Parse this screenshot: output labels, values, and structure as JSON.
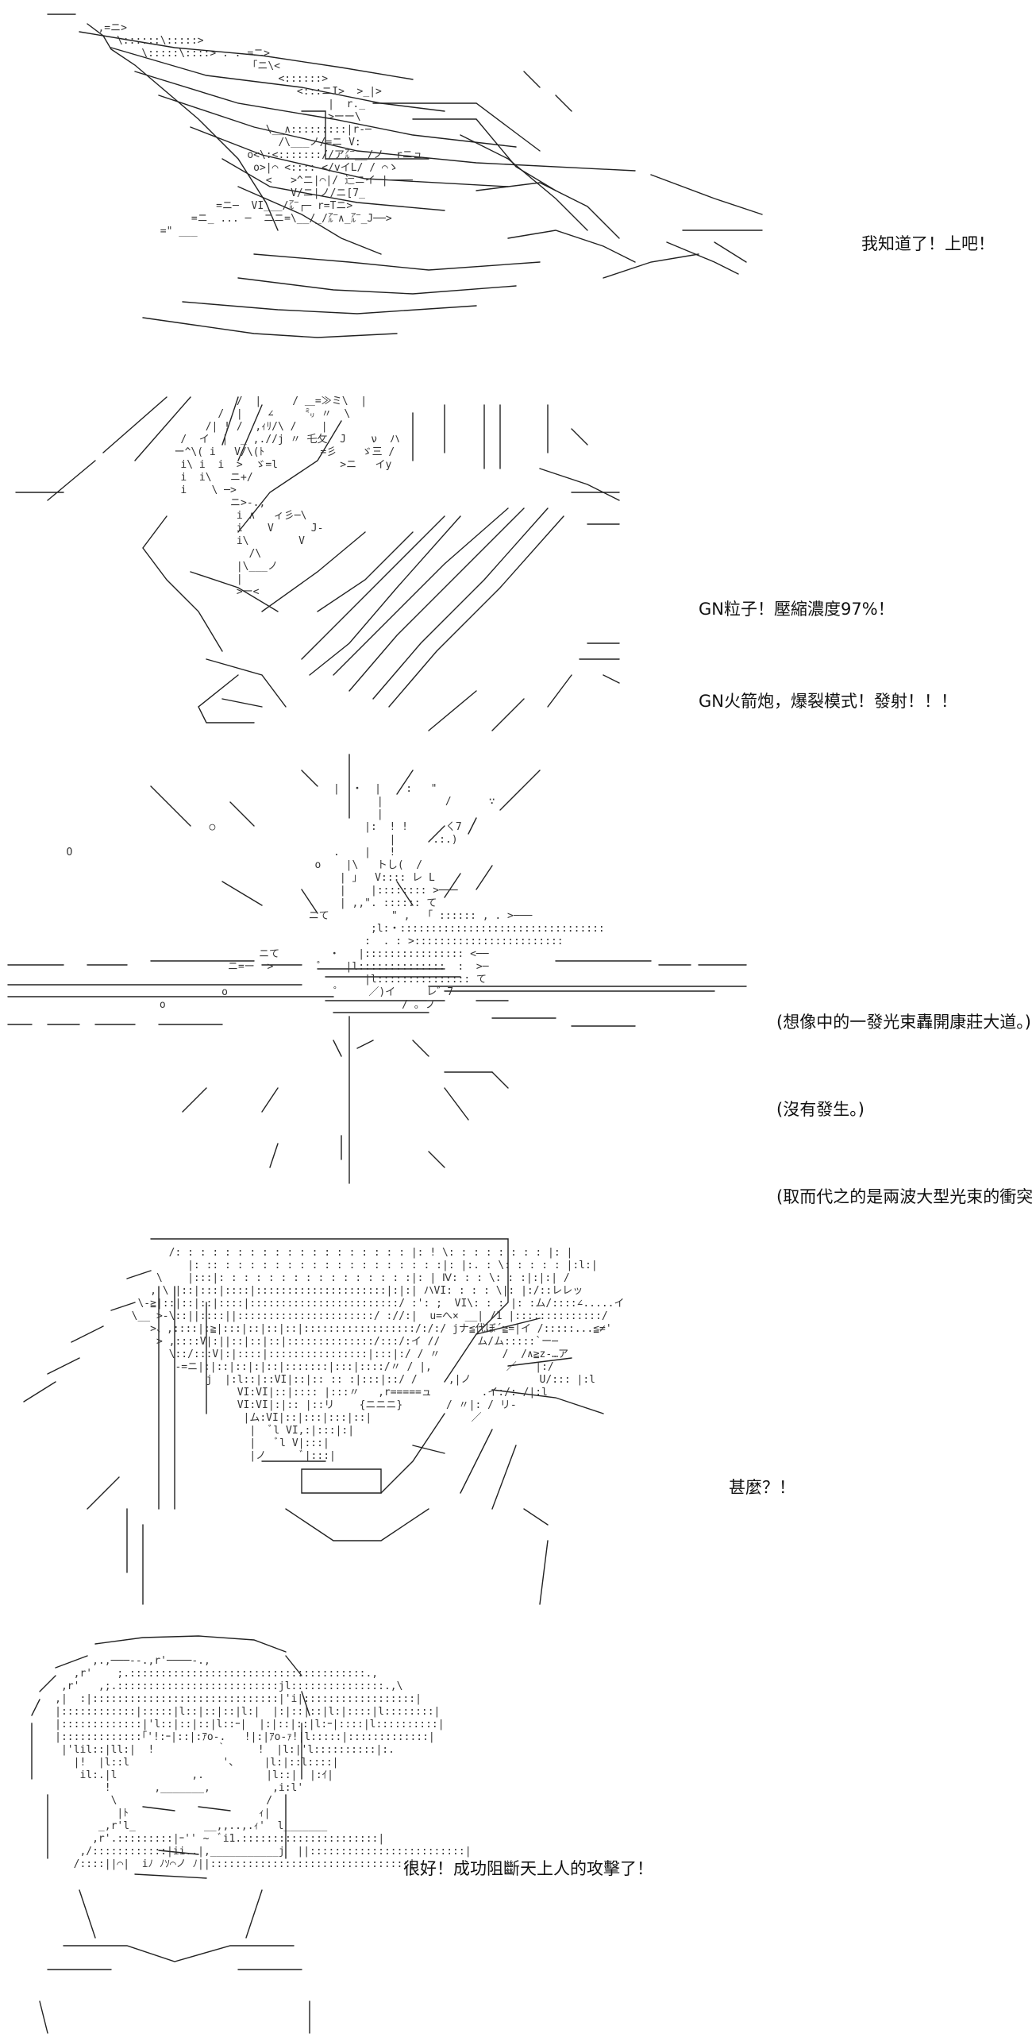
{
  "panels": [
    {
      "id": "panel-1",
      "caption_lines": [
        "我知道了！上吧！"
      ]
    },
    {
      "id": "panel-2",
      "caption_lines": [
        "GN粒子！壓縮濃度97%！",
        "GN火箭炮，爆裂模式！發射！！！"
      ]
    },
    {
      "id": "panel-3",
      "caption_lines": [
        "(想像中的一發光束轟開康莊大道。)",
        "(沒有發生。)",
        "(取而代之的是兩波大型光束的衝突。)"
      ]
    },
    {
      "id": "panel-4",
      "caption_lines": [
        "甚麼？！"
      ]
    },
    {
      "id": "panel-5",
      "caption_lines": [
        "很好！成功阻斷天上人的攻擊了！"
      ]
    }
  ]
}
